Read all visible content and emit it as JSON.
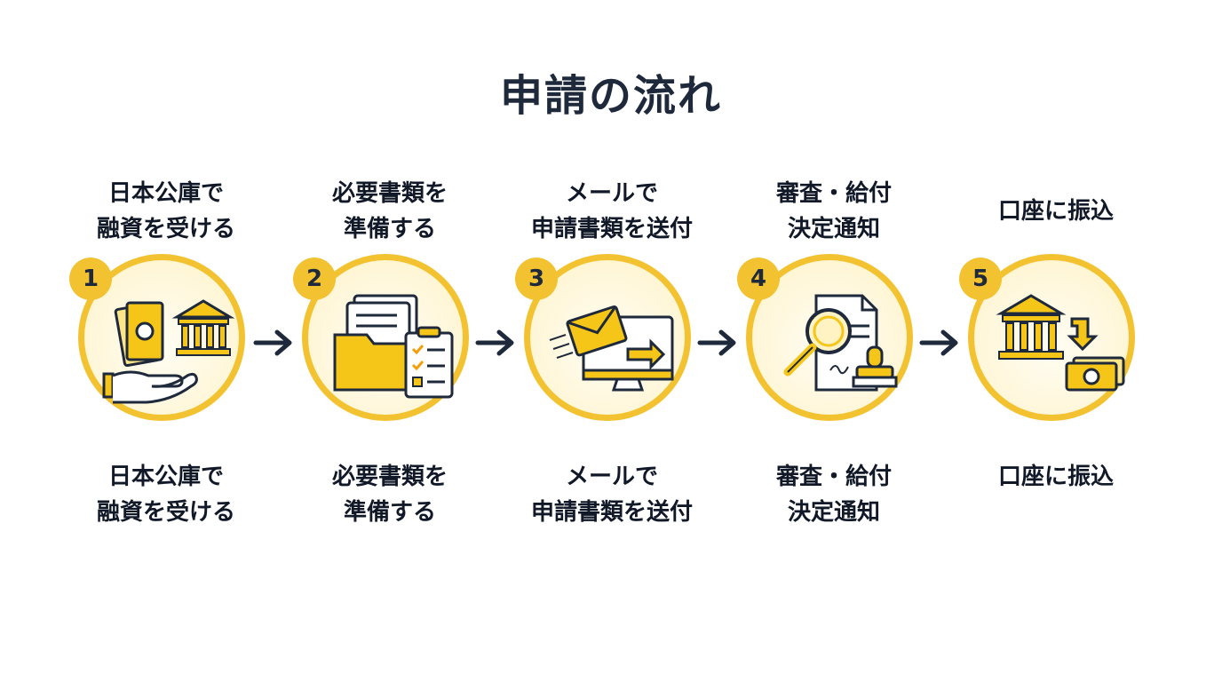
{
  "title": "申請の流れ",
  "steps": [
    {
      "number": "1",
      "label_line1": "日本公庫で",
      "label_line2": "融資を受ける",
      "icon": "bank-money-hand-icon"
    },
    {
      "number": "2",
      "label_line1": "必要書類を",
      "label_line2": "準備する",
      "icon": "folder-documents-checklist-icon"
    },
    {
      "number": "3",
      "label_line1": "メールで",
      "label_line2": "申請書類を送付",
      "icon": "email-monitor-send-icon"
    },
    {
      "number": "4",
      "label_line1": "審査・給付",
      "label_line2": "決定通知",
      "icon": "magnifier-document-stamp-icon"
    },
    {
      "number": "5",
      "label_line1": "口座に振込",
      "label_line2": "",
      "icon": "bank-transfer-money-icon"
    }
  ],
  "colors": {
    "accent": "#f2c230",
    "accent_dark": "#d99a0b",
    "text": "#1e293b",
    "navy": "#1e293b"
  }
}
